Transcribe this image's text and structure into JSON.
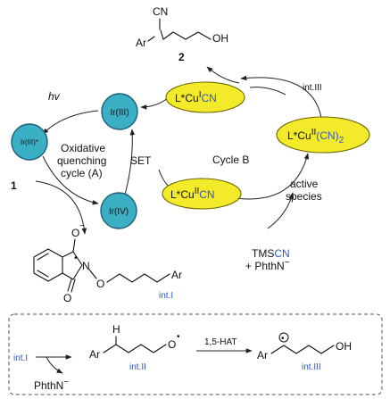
{
  "product": {
    "cn": "CN",
    "ar": "Ar",
    "oh": "OH",
    "number": "2"
  },
  "ir": {
    "iii": "Ir(III)",
    "iii_star": "Ir(III)*",
    "iv": "Ir(IV)",
    "hv": "hv"
  },
  "cycle_a": {
    "line1": "Oxidative",
    "line2": "quenching",
    "line3": "cycle (A)",
    "set": "SET"
  },
  "cycle_b": {
    "label": "Cycle B"
  },
  "copper": {
    "cu1": {
      "prefix": "L*Cu",
      "sup": "I",
      "cn": "CN"
    },
    "cu2": {
      "prefix": "L*Cu",
      "sup": "II",
      "cn": "CN"
    },
    "cu2_cn2": {
      "prefix": "L*Cu",
      "sup": "II",
      "cn": "(CN)",
      "sub": "2"
    }
  },
  "active_species": {
    "line1": "active",
    "line2": "species"
  },
  "reagents": {
    "tms": "TMS",
    "cn": "CN",
    "phth": "+ PhthN",
    "minus": "−"
  },
  "substrate": {
    "number": "1"
  },
  "int_i": {
    "label": "int.I",
    "o_minus": "O",
    "o": "O",
    "n": "N",
    "ar": "Ar",
    "minus": "−",
    "radical": "•"
  },
  "int_iii_arrow_label": "int.III",
  "box": {
    "int_i": "int.I",
    "phthn": "PhthN",
    "minus": "−",
    "h": "H",
    "ar": "Ar",
    "o": "O",
    "radical": "•",
    "int_ii": "int.II",
    "hat": "1,5-HAT",
    "ar2": "Ar",
    "oh": "OH",
    "int_iii": "int.III"
  }
}
